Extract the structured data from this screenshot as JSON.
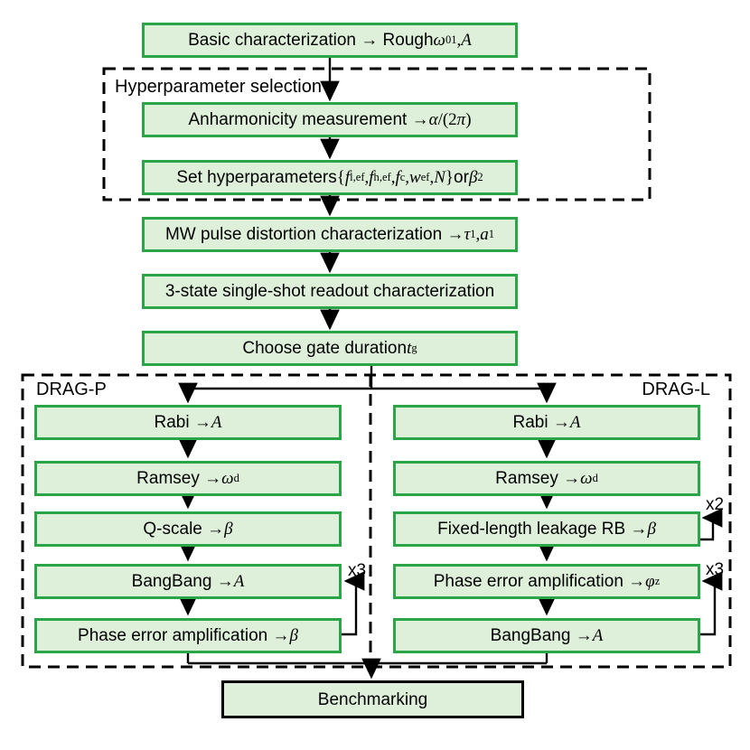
{
  "colors": {
    "background": "#FFFFFF",
    "box_border_green": "#2AA648",
    "box_fill_green": "#DEF0DA",
    "benchmark_border": "#000000",
    "line_color": "#000000"
  },
  "groups": {
    "hyperparameter_selection": {
      "label": "Hyperparameter selection"
    },
    "drag_p": {
      "label": "DRAG-P",
      "loop_repeat_label": "x3"
    },
    "drag_l": {
      "label": "DRAG-L",
      "rb_loop_repeat_label": "x2",
      "phase_loop_repeat_label": "x3"
    }
  },
  "main_flow": [
    {
      "parts": [
        [
          "t",
          "Basic characterization → Rough "
        ],
        [
          "i",
          "ω"
        ],
        [
          "s",
          "01"
        ],
        [
          "m",
          ", "
        ],
        [
          "i",
          "A"
        ]
      ]
    },
    {
      "parts": [
        [
          "t",
          "Anharmonicity measurement → "
        ],
        [
          "i",
          "α"
        ],
        [
          "m",
          "/(2"
        ],
        [
          "i",
          "π"
        ],
        [
          "m",
          ")"
        ]
      ]
    },
    {
      "parts": [
        [
          "t",
          "Set hyperparameters "
        ],
        [
          "m",
          "{"
        ],
        [
          "i",
          "f"
        ],
        [
          "s",
          "l,ef"
        ],
        [
          "m",
          ", "
        ],
        [
          "i",
          "f"
        ],
        [
          "s",
          "h,ef"
        ],
        [
          "m",
          ", "
        ],
        [
          "i",
          "f"
        ],
        [
          "s",
          "c"
        ],
        [
          "m",
          ", "
        ],
        [
          "i",
          "w"
        ],
        [
          "s",
          "ef"
        ],
        [
          "m",
          ", "
        ],
        [
          "i",
          "N"
        ],
        [
          "m",
          "}"
        ],
        [
          "t",
          " or "
        ],
        [
          "i",
          "β"
        ],
        [
          "s",
          "2"
        ]
      ]
    },
    {
      "parts": [
        [
          "t",
          "MW pulse distortion characterization → "
        ],
        [
          "i",
          "τ"
        ],
        [
          "s",
          "1"
        ],
        [
          "m",
          ", "
        ],
        [
          "i",
          "a"
        ],
        [
          "s",
          "1"
        ]
      ]
    },
    {
      "parts": [
        [
          "t",
          "3-state single-shot readout characterization"
        ]
      ]
    },
    {
      "parts": [
        [
          "t",
          "Choose gate duration "
        ],
        [
          "i",
          "t"
        ],
        [
          "s",
          "g"
        ]
      ]
    }
  ],
  "drag_p_steps": [
    {
      "parts": [
        [
          "t",
          "Rabi → "
        ],
        [
          "i",
          "A"
        ]
      ]
    },
    {
      "parts": [
        [
          "t",
          "Ramsey → "
        ],
        [
          "i",
          "ω"
        ],
        [
          "s",
          "d"
        ]
      ]
    },
    {
      "parts": [
        [
          "t",
          "Q-scale → "
        ],
        [
          "i",
          "β"
        ]
      ]
    },
    {
      "parts": [
        [
          "t",
          "BangBang → "
        ],
        [
          "i",
          "A"
        ]
      ]
    },
    {
      "parts": [
        [
          "t",
          "Phase error amplification → "
        ],
        [
          "i",
          "β"
        ]
      ]
    }
  ],
  "drag_l_steps": [
    {
      "parts": [
        [
          "t",
          "Rabi → "
        ],
        [
          "i",
          "A"
        ]
      ]
    },
    {
      "parts": [
        [
          "t",
          "Ramsey → "
        ],
        [
          "i",
          "ω"
        ],
        [
          "s",
          "d"
        ]
      ]
    },
    {
      "parts": [
        [
          "t",
          "Fixed-length leakage RB → "
        ],
        [
          "i",
          "β"
        ]
      ]
    },
    {
      "parts": [
        [
          "t",
          "Phase error amplification → "
        ],
        [
          "i",
          "φ"
        ],
        [
          "s",
          "z"
        ]
      ]
    },
    {
      "parts": [
        [
          "t",
          "BangBang → "
        ],
        [
          "i",
          "A"
        ]
      ]
    }
  ],
  "final_step": {
    "parts": [
      [
        "t",
        "Benchmarking"
      ]
    ]
  }
}
